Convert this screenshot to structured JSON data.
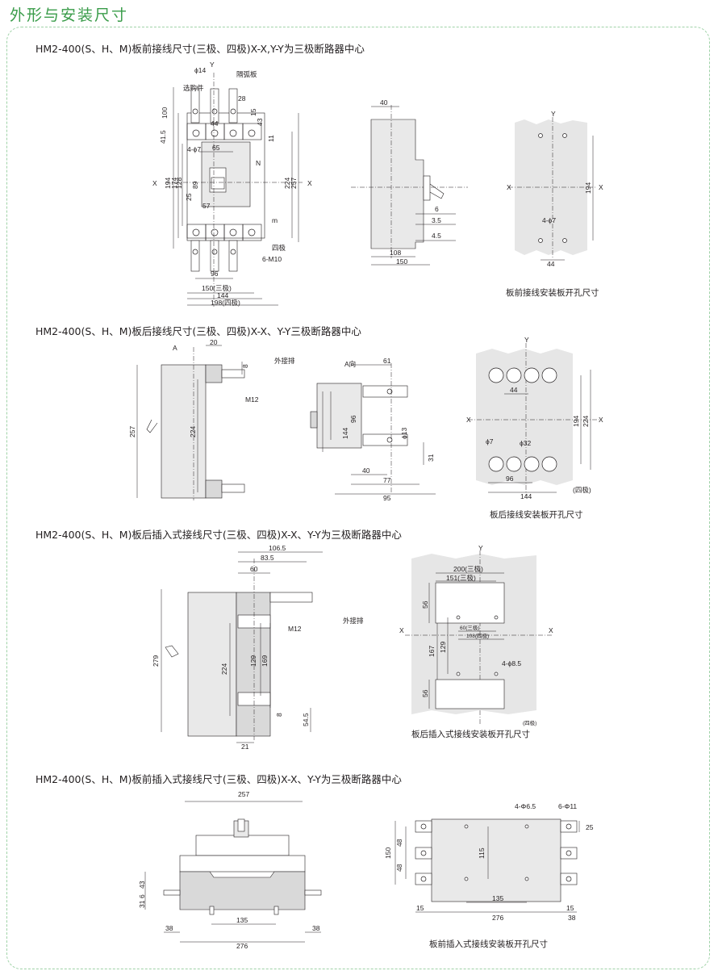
{
  "page": {
    "title": "外形与安装尺寸"
  },
  "sections": [
    {
      "title": "HM2-400(S、H、M)板前接线尺寸(三极、四极)X-X,Y-Y为三极断路器中心",
      "caption": "板前接线安装板开孔尺寸"
    },
    {
      "title": "HM2-400(S、H、M)板后接线尺寸(三极、四极)X-X、Y-Y三极断路器中心",
      "caption": "板后接线安装板开孔尺寸"
    },
    {
      "title": "HM2-400(S、H、M)板后插入式接线尺寸(三极、四极)X-X、Y-Y为三极断路器中心",
      "caption": "板后插入式接线安装板开孔尺寸"
    },
    {
      "title": "HM2-400(S、H、M)板前插入式接线尺寸(三极、四极)X-X、Y-Y为三极断路器中心",
      "caption": "板前插入式接线安装板开孔尺寸"
    }
  ],
  "s1": {
    "front": {
      "phi14": "ϕ14",
      "Y": "Y",
      "geban": "隔弧板",
      "xuangou": "选购件",
      "d100": "100",
      "d28": "28",
      "d15": "15",
      "d44": "44",
      "d43": "43",
      "d41_5": "41.5",
      "d11": "11",
      "hole4": "4-ϕ7",
      "d65": "65",
      "N": "N",
      "X": "X",
      "d194": "194",
      "d174": "174",
      "d128": "128",
      "d89": "89",
      "d25": "25",
      "d57": "57",
      "d224": "224",
      "d257": "257",
      "m": "m",
      "siji": "四极",
      "m10": "6-M10",
      "d96": "96",
      "d150": "150(三极)",
      "d144": "144",
      "d198": "198(四极)"
    },
    "side": {
      "d40": "40",
      "d6": "6",
      "d3_5": "3.5",
      "d4_5": "4.5",
      "d108": "108",
      "d150": "150"
    },
    "plate": {
      "Y": "Y",
      "X": "X",
      "d194": "194",
      "hole": "4-ϕ7",
      "d44": "44"
    }
  },
  "s2": {
    "side": {
      "A": "A",
      "d20": "20",
      "d8": "8",
      "waijiepai": "外接排",
      "m12": "M12",
      "d257": "257",
      "d224": "224"
    },
    "view": {
      "Axiang": "A向",
      "d61": "61",
      "d96": "96",
      "d144": "144",
      "phi13": "ϕ13",
      "d31": "31",
      "d40": "40",
      "d77": "77",
      "d95": "95"
    },
    "plate": {
      "Y": "Y",
      "X": "X",
      "d44": "44",
      "d194": "194",
      "d224": "224",
      "phi7": "ϕ7",
      "phi32": "ϕ32",
      "d96": "96",
      "d144": "144",
      "siji": "(四极)"
    }
  },
  "s3": {
    "side": {
      "d106_5": "106.5",
      "d83_5": "83.5",
      "d60": "60",
      "waijiepai": "外接排",
      "m12": "M12",
      "d279": "279",
      "d224": "224",
      "d129": "129",
      "d169": "169",
      "d8": "8",
      "d54_5": "54.5",
      "d21": "21"
    },
    "plate": {
      "Y": "Y",
      "X": "X",
      "d200": "200(三极)",
      "d151": "151(三极)",
      "d56": "56",
      "d167": "167",
      "d129": "129",
      "d60": "60(三极)",
      "d108": "108(四极)",
      "hole": "4-ϕ8.5",
      "siji": "(四极)"
    }
  },
  "s4": {
    "front": {
      "d257": "257",
      "d43": "43",
      "d6": "6",
      "d31": "31",
      "d135": "135",
      "d38": "38",
      "d276": "276"
    },
    "plate": {
      "hole1": "4-Φ6.5",
      "hole2": "6-Φ11",
      "d25": "25",
      "d150": "150",
      "d48": "48",
      "d115": "115",
      "d135": "135",
      "d15": "15",
      "d276": "276",
      "d38": "38"
    }
  }
}
